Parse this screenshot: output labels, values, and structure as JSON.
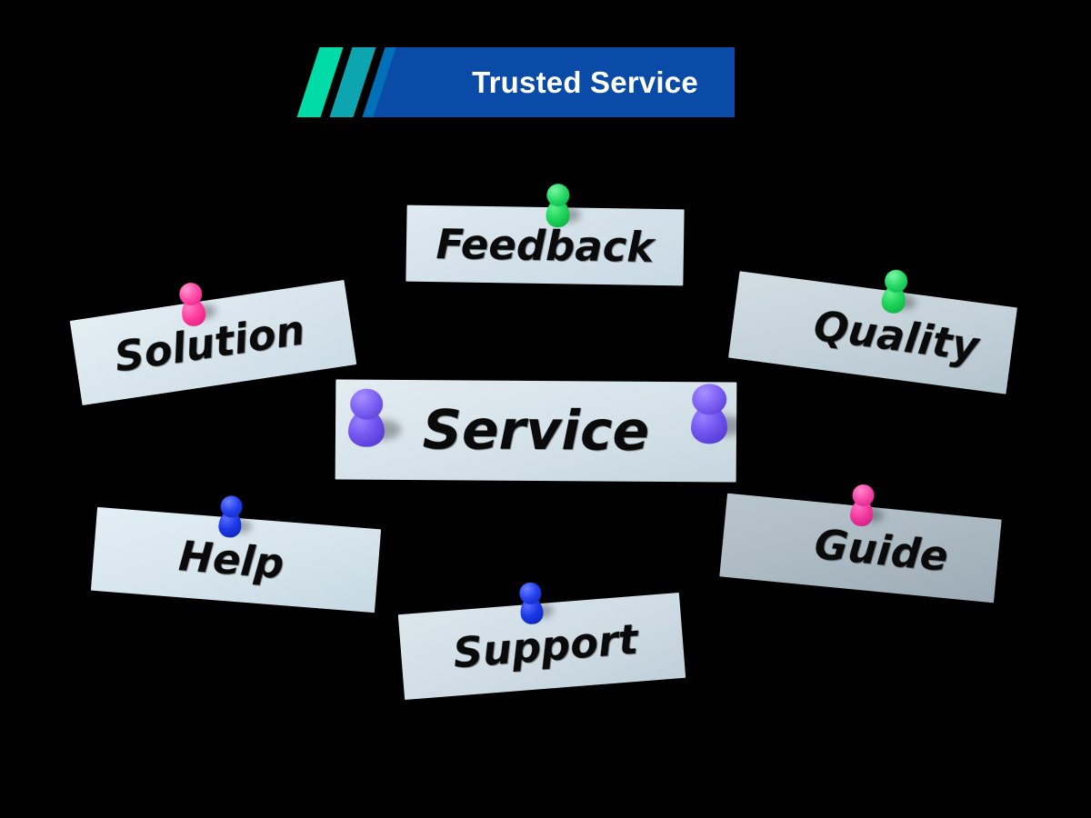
{
  "banner": {
    "title": "Trusted Service",
    "title_color": "#ffffff",
    "body_color": "#0B4BA8",
    "stripes": [
      {
        "name": "stripe-teal",
        "color": "#00DBA8"
      },
      {
        "name": "stripe-cyan",
        "color": "#0CA5B0"
      },
      {
        "name": "stripe-blue-light",
        "color": "#0070B8"
      }
    ]
  },
  "notes": [
    {
      "id": "feedback",
      "label": "Feedback",
      "paper_color": "#D2E0E9",
      "pins": [
        {
          "name": "pushpin-green",
          "color": "#16C94C"
        }
      ]
    },
    {
      "id": "solution",
      "label": "Solution",
      "paper_color": "#D7E4EC",
      "pins": [
        {
          "name": "pushpin-pink",
          "color": "#FF3399"
        }
      ]
    },
    {
      "id": "quality",
      "label": "Quality",
      "paper_color": "#C3D1D9",
      "pins": [
        {
          "name": "pushpin-green",
          "color": "#16C94C"
        }
      ]
    },
    {
      "id": "service",
      "label": "Service",
      "paper_color": "#D6E3EA",
      "pins": [
        {
          "name": "pushpin-purple-left",
          "color": "#6B4FE8"
        },
        {
          "name": "pushpin-purple-right",
          "color": "#6B4FE8"
        }
      ]
    },
    {
      "id": "help",
      "label": "Help",
      "paper_color": "#D6E4EC",
      "pins": [
        {
          "name": "pushpin-blue",
          "color": "#1430DC"
        }
      ]
    },
    {
      "id": "guide",
      "label": "Guide",
      "paper_color": "#AAB8C1",
      "pins": [
        {
          "name": "pushpin-pink",
          "color": "#F0329B"
        }
      ]
    },
    {
      "id": "support",
      "label": "Support",
      "paper_color": "#CFDCE4",
      "pins": [
        {
          "name": "pushpin-blue",
          "color": "#1430DC"
        }
      ]
    }
  ],
  "background": {
    "color": "#000000"
  }
}
